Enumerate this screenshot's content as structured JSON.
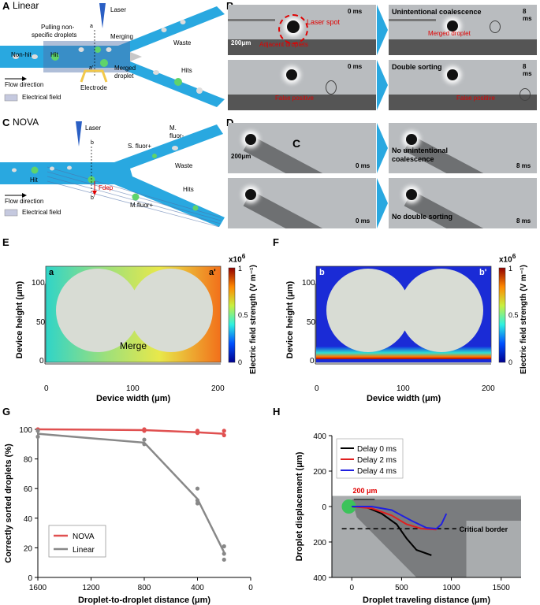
{
  "panels": {
    "A": {
      "letter": "A",
      "title": "Linear",
      "labels": {
        "laser": "Laser",
        "a": "a",
        "a_prime": "a'",
        "pulling": "Pulling non-",
        "pulling2": "specific droplets",
        "merging": "Merging",
        "non_hit": "Non-hit",
        "hit": "Hit",
        "waste": "Waste",
        "merged": "Merged",
        "merged2": "droplet",
        "hits": "Hits",
        "electrode": "Electrode",
        "flow": "Flow direction",
        "field": "Electrical field"
      }
    },
    "B": {
      "letter": "B",
      "frames": [
        {
          "time": "0 ms",
          "labels": [
            "Laser spot",
            "Adjacent droplets"
          ],
          "scale": "200μm"
        },
        {
          "time": "8 ms",
          "title": "Unintentional coalescence",
          "labels": [
            "Merged droplet"
          ]
        },
        {
          "time": "0 ms",
          "labels": [
            "False positive"
          ]
        },
        {
          "time": "8 ms",
          "title": "Double sorting",
          "labels": [
            "False positive"
          ]
        }
      ]
    },
    "C": {
      "letter": "C",
      "title": "NOVA",
      "labels": {
        "laser": "Laser",
        "b": "b",
        "b_prime": "b'",
        "s_fluor": "S. fluor+",
        "m_minus": "M.",
        "m_minus2": "fluor-",
        "waste": "Waste",
        "hit": "Hit",
        "fdep": "Fdep",
        "hits": "Hits",
        "m_plus": "M.fluor+",
        "flow": "Flow direction",
        "field": "Electrical field"
      }
    },
    "D": {
      "letter": "D",
      "frames": [
        {
          "time": "0 ms",
          "label": "C",
          "scale": "200μm"
        },
        {
          "time": "8 ms",
          "title": "No unintentional",
          "title2": "coalescence"
        },
        {
          "time": "0 ms"
        },
        {
          "time": "8 ms",
          "title": "No double sorting"
        }
      ]
    },
    "E": {
      "letter": "E",
      "corner_left": "a",
      "corner_right": "a'",
      "xlabel": "Device width (μm)",
      "ylabel": "Device height (μm)",
      "xticks": [
        "0",
        "100",
        "200"
      ],
      "yticks": [
        "0",
        "50",
        "100"
      ],
      "annotation": "Merge",
      "cbar_exp": "x10",
      "cbar_sup": "6",
      "cbar_ticks": [
        "1",
        "0.5",
        "0"
      ],
      "cbar_label": "Electric field strength (V m⁻¹)"
    },
    "F": {
      "letter": "F",
      "corner_left": "b",
      "corner_right": "b'",
      "xlabel": "Device width (μm)",
      "ylabel": "Device height (μm)",
      "xticks": [
        "0",
        "100",
        "200"
      ],
      "yticks": [
        "0",
        "50",
        "100"
      ],
      "cbar_exp": "x10",
      "cbar_sup": "6",
      "cbar_ticks": [
        "1",
        "0.5",
        "0"
      ],
      "cbar_label": "Electric field strength (V m⁻¹)"
    },
    "H": {
      "letter": "H",
      "scale": "200 μm",
      "annotation": "Critical border"
    }
  },
  "colors": {
    "channel": "#29a8e0",
    "droplet_green": "#5fd36b",
    "nova": "#e05050",
    "linear": "#888888"
  },
  "chart_data": [
    {
      "panel": "G",
      "type": "line",
      "xlabel": "Droplet-to-droplet distance (μm)",
      "ylabel": "Correctly sorted droplets (%)",
      "xlim": [
        1600,
        0
      ],
      "ylim": [
        0,
        100
      ],
      "xticks": [
        1600,
        1200,
        800,
        400,
        0
      ],
      "yticks": [
        0,
        20,
        40,
        60,
        80,
        100
      ],
      "x": [
        1600,
        800,
        400,
        200
      ],
      "series": [
        {
          "name": "NOVA",
          "color": "#e05050",
          "values": [
            100,
            99.5,
            98,
            97
          ],
          "points": [
            [
              1600,
              100
            ],
            [
              1600,
              99.5
            ],
            [
              800,
              100
            ],
            [
              800,
              99
            ],
            [
              400,
              99
            ],
            [
              400,
              97.5
            ],
            [
              200,
              99
            ],
            [
              200,
              96
            ]
          ]
        },
        {
          "name": "Linear",
          "color": "#888888",
          "values": [
            97,
            91,
            53,
            17
          ],
          "points": [
            [
              1600,
              99
            ],
            [
              1600,
              95
            ],
            [
              800,
              93
            ],
            [
              800,
              90
            ],
            [
              400,
              60
            ],
            [
              400,
              52
            ],
            [
              400,
              50
            ],
            [
              200,
              21
            ],
            [
              200,
              16
            ],
            [
              200,
              12
            ]
          ]
        }
      ],
      "legend": "bottom-left"
    },
    {
      "panel": "H",
      "type": "line",
      "xlabel": "Droplet traveling distance (μm)",
      "ylabel": "Droplet displacement (μm)",
      "xlim": [
        -200,
        1700
      ],
      "ylim": [
        400,
        -400
      ],
      "xticks": [
        0,
        500,
        1000,
        1500
      ],
      "yticks": [
        -400,
        -200,
        0,
        200,
        400
      ],
      "ytick_labels": [
        "400",
        "200",
        "0",
        "200",
        "400"
      ],
      "series": [
        {
          "name": "Delay 0 ms",
          "color": "#000000",
          "x": [
            0,
            150,
            300,
            450,
            550,
            650,
            800
          ],
          "y": [
            0,
            5,
            40,
            100,
            180,
            245,
            275
          ]
        },
        {
          "name": "Delay 2 ms",
          "color": "#e02020",
          "x": [
            0,
            200,
            400,
            550,
            700,
            850
          ],
          "y": [
            0,
            10,
            50,
            100,
            125,
            130
          ]
        },
        {
          "name": "Delay 4 ms",
          "color": "#2020e0",
          "x": [
            0,
            200,
            400,
            600,
            750,
            850,
            900,
            950
          ],
          "y": [
            0,
            0,
            20,
            80,
            120,
            125,
            100,
            40
          ]
        }
      ],
      "critical_border_y": 125,
      "legend": "top-left"
    }
  ]
}
